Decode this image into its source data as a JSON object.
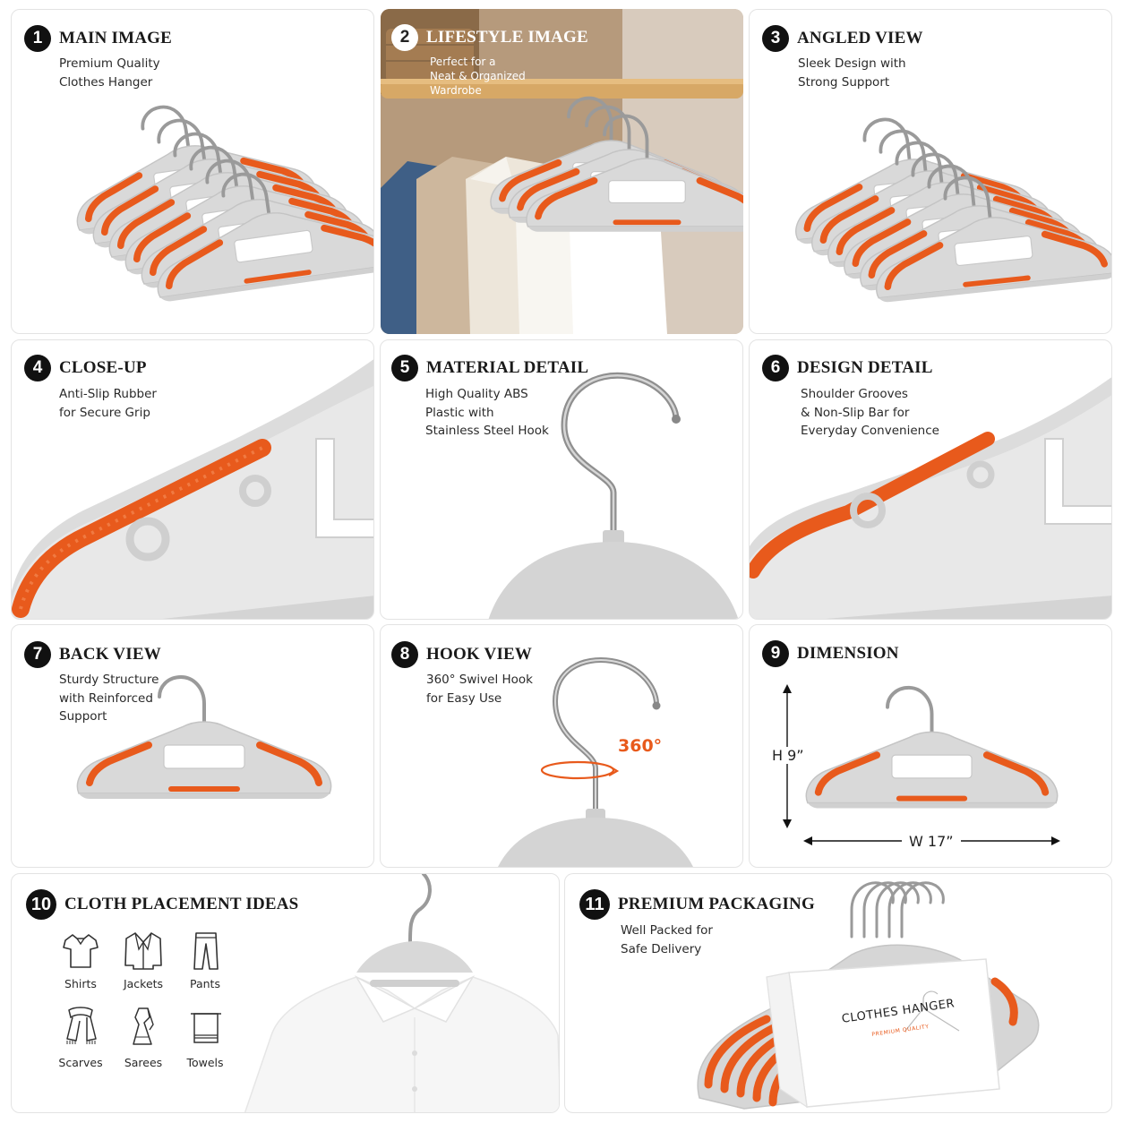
{
  "colors": {
    "accent_orange": "#e85a1c",
    "hanger_gray": "#d9d9d9",
    "hook_steel": "#9a9a9a",
    "badge_black": "#111111"
  },
  "panels": [
    {
      "number": "1",
      "title": "MAIN IMAGE",
      "lines": [
        "Premium Quality",
        "Clothes Hanger"
      ]
    },
    {
      "number": "2",
      "title": "LIFESTYLE IMAGE",
      "lines": [
        "Perfect for a",
        "Neat & Organized",
        "Wardrobe"
      ]
    },
    {
      "number": "3",
      "title": "ANGLED VIEW",
      "lines": [
        "Sleek Design with",
        "Strong Support"
      ]
    },
    {
      "number": "4",
      "title": "CLOSE-UP",
      "lines": [
        "Anti-Slip Rubber",
        "for Secure Grip"
      ]
    },
    {
      "number": "5",
      "title": "MATERIAL DETAIL",
      "lines": [
        "High Quality ABS",
        "Plastic with",
        "Stainless Steel Hook"
      ]
    },
    {
      "number": "6",
      "title": "DESIGN DETAIL",
      "lines": [
        "Shoulder Grooves",
        "& Non-Slip Bar for",
        "Everyday Convenience"
      ]
    },
    {
      "number": "7",
      "title": "BACK VIEW",
      "lines": [
        "Sturdy Structure",
        "with Reinforced",
        "Support"
      ]
    },
    {
      "number": "8",
      "title": "HOOK VIEW",
      "lines": [
        "360° Swivel Hook",
        "for Easy Use"
      ],
      "rotation_label": "360°"
    },
    {
      "number": "9",
      "title": "DIMENSION",
      "height_label": "H 9”",
      "width_label": "W 17”"
    },
    {
      "number": "10",
      "title": "CLOTH PLACEMENT IDEAS",
      "items": [
        {
          "label": "Shirts",
          "icon": "shirt-icon"
        },
        {
          "label": "Jackets",
          "icon": "jacket-icon"
        },
        {
          "label": "Pants",
          "icon": "pants-icon"
        },
        {
          "label": "Scarves",
          "icon": "scarf-icon"
        },
        {
          "label": "Sarees",
          "icon": "saree-icon"
        },
        {
          "label": "Towels",
          "icon": "towel-icon"
        }
      ]
    },
    {
      "number": "11",
      "title": "PREMIUM PACKAGING",
      "lines": [
        "Well Packed for",
        "Safe Delivery"
      ],
      "package_title": "CLOTHES HANGER",
      "package_subtitle": "PREMIUM QUALITY"
    }
  ]
}
